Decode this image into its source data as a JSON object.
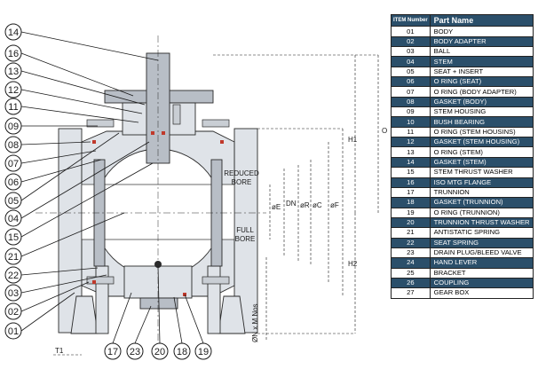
{
  "table": {
    "header_number": "ITEM Number",
    "header_name": "Part Name",
    "rows": [
      {
        "num": "01",
        "name": "BODY",
        "highlight": false
      },
      {
        "num": "02",
        "name": "BODY ADAPTER",
        "highlight": true
      },
      {
        "num": "03",
        "name": "BALL",
        "highlight": false
      },
      {
        "num": "04",
        "name": "STEM",
        "highlight": true
      },
      {
        "num": "05",
        "name": "SEAT + INSERT",
        "highlight": false
      },
      {
        "num": "06",
        "name": "O RING (SEAT)",
        "highlight": true
      },
      {
        "num": "07",
        "name": "O RING (BODY ADAPTER)",
        "highlight": false
      },
      {
        "num": "08",
        "name": "GASKET (BODY)",
        "highlight": true
      },
      {
        "num": "09",
        "name": "STEM HOUSING",
        "highlight": false
      },
      {
        "num": "10",
        "name": "BUSH BEARING",
        "highlight": true
      },
      {
        "num": "11",
        "name": "O RING (STEM HOUSINS)",
        "highlight": false
      },
      {
        "num": "12",
        "name": "GASKET (STEM HOUSING)",
        "highlight": true
      },
      {
        "num": "13",
        "name": "O RING (STEM)",
        "highlight": false
      },
      {
        "num": "14",
        "name": "GASKET (STEM)",
        "highlight": true
      },
      {
        "num": "15",
        "name": "STEM THRUST WASHER",
        "highlight": false
      },
      {
        "num": "16",
        "name": "ISO MTG FLANGE",
        "highlight": true
      },
      {
        "num": "17",
        "name": "TRUNNION",
        "highlight": false
      },
      {
        "num": "18",
        "name": "GASKET (TRUNNION)",
        "highlight": true
      },
      {
        "num": "19",
        "name": "O RING (TRUNNION)",
        "highlight": false
      },
      {
        "num": "20",
        "name": "TRUNNION THRUST WASHER",
        "highlight": true
      },
      {
        "num": "21",
        "name": "ANTISTATIC SPRING",
        "highlight": false
      },
      {
        "num": "22",
        "name": "SEAT SPRING",
        "highlight": true
      },
      {
        "num": "23",
        "name": "DRAIN PLUG/BLEED VALVE",
        "highlight": false
      },
      {
        "num": "24",
        "name": "HAND LEVER",
        "highlight": true
      },
      {
        "num": "25",
        "name": "BRACKET",
        "highlight": false
      },
      {
        "num": "26",
        "name": "COUPLING",
        "highlight": true
      },
      {
        "num": "27",
        "name": "GEAR BOX",
        "highlight": false
      }
    ]
  },
  "callouts_left": [
    "14",
    "16",
    "13",
    "12",
    "11",
    "09",
    "08",
    "07",
    "06",
    "05",
    "04",
    "15",
    "21",
    "22",
    "03",
    "02",
    "01"
  ],
  "callouts_bottom": [
    "17",
    "23",
    "20",
    "18",
    "19"
  ],
  "bore_labels": {
    "reduced_line1": "REDUCED",
    "reduced_line2": "BORE",
    "full_line1": "FULL",
    "full_line2": "BORE"
  },
  "dimensions": {
    "O": "O",
    "H1": "H1",
    "H2": "H2",
    "eE": "øE",
    "DN": "DN",
    "eR": "øR",
    "eC": "øC",
    "eF": "øF",
    "nos": "ØN x M Nos",
    "T1": "T1"
  },
  "colors": {
    "header": "#2b4f6a",
    "highlight_text": "#ffffff",
    "accent_red": "#c0392b"
  }
}
